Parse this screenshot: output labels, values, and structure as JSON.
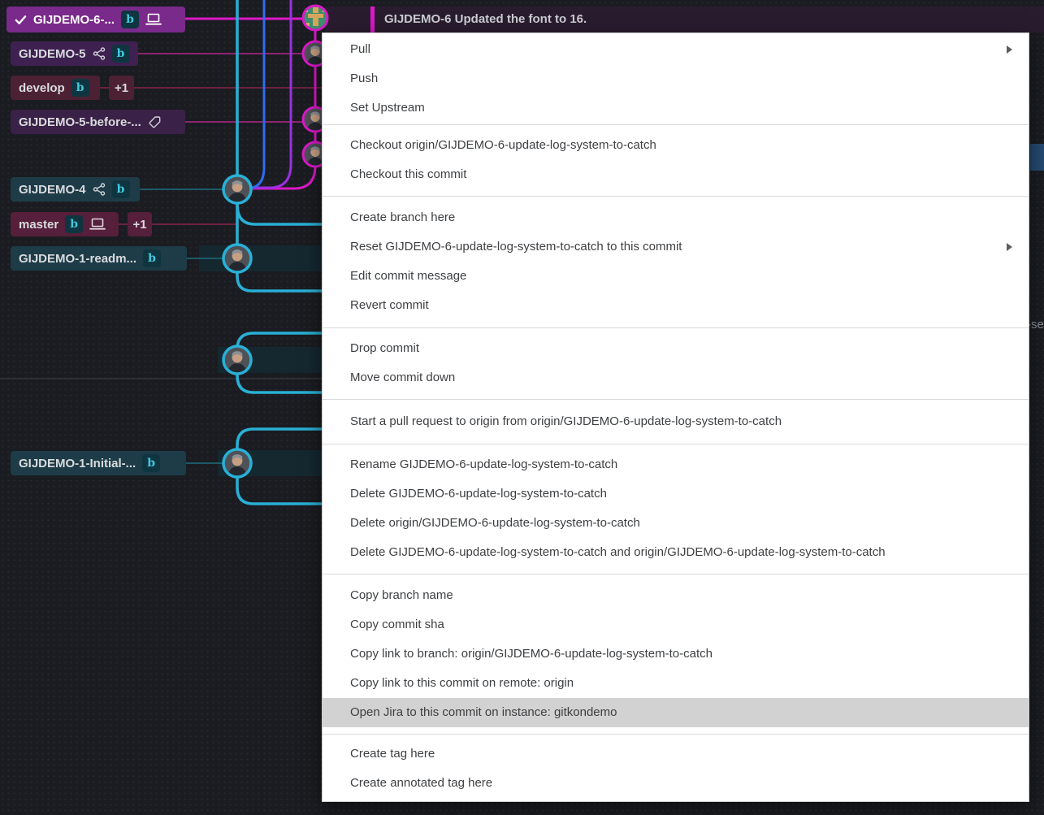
{
  "colors": {
    "background": "#1a1c21",
    "menu_background": "#ffffff",
    "menu_text": "#3d3f42",
    "menu_highlight": "#d2d2d2",
    "lane_cyan": "#29b0d6",
    "lane_blue": "#2f6bf0",
    "lane_violet": "#9a2fe0",
    "lane_magenta": "#dc18c8",
    "pill_checked_out": "#7a2a8a",
    "pill_purple": "#3e2150",
    "pill_wine_develop": "#4c2134",
    "pill_wine_master": "#561f3b",
    "pill_teal": "#1d3c48",
    "provider_badge_color": "#41c8e0",
    "selected_row_tint": "#2a1c2f",
    "hover_row_tint": "#152830"
  },
  "commit_row": {
    "message": "GIJDEMO-6 Updated the font to 16."
  },
  "branch_labels": {
    "gijdemo6": {
      "label": "GIJDEMO-6-...",
      "checked_out": true
    },
    "gijdemo5": {
      "label": "GIJDEMO-5"
    },
    "develop": {
      "label": "develop",
      "ahead": "+1"
    },
    "gijdemo5_before": {
      "label": "GIJDEMO-5-before-..."
    },
    "gijdemo4": {
      "label": "GIJDEMO-4"
    },
    "master": {
      "label": "master",
      "ahead": "+1"
    },
    "gijdemo1_readme": {
      "label": "GIJDEMO-1-readm..."
    },
    "gijdemo1_initial": {
      "label": "GIJDEMO-1-Initial-..."
    }
  },
  "provider_badge": {
    "letter": "b"
  },
  "right_edge": {
    "clipped_text": "-se"
  },
  "context_menu": {
    "sections": [
      {
        "items": [
          {
            "label": "Pull",
            "has_submenu": true
          },
          {
            "label": "Push"
          },
          {
            "label": "Set Upstream"
          }
        ]
      },
      {
        "items": [
          {
            "label": "Checkout origin/GIJDEMO-6-update-log-system-to-catch"
          },
          {
            "label": "Checkout this commit"
          }
        ]
      },
      {
        "items": [
          {
            "label": "Create branch here"
          },
          {
            "label": "Reset GIJDEMO-6-update-log-system-to-catch to this commit",
            "has_submenu": true
          },
          {
            "label": "Edit commit message"
          },
          {
            "label": "Revert commit"
          }
        ]
      },
      {
        "items": [
          {
            "label": "Drop commit"
          },
          {
            "label": "Move commit down"
          }
        ]
      },
      {
        "items": [
          {
            "label": "Start a pull request to origin from origin/GIJDEMO-6-update-log-system-to-catch"
          }
        ]
      },
      {
        "items": [
          {
            "label": "Rename GIJDEMO-6-update-log-system-to-catch"
          },
          {
            "label": "Delete GIJDEMO-6-update-log-system-to-catch"
          },
          {
            "label": "Delete origin/GIJDEMO-6-update-log-system-to-catch"
          },
          {
            "label": "Delete GIJDEMO-6-update-log-system-to-catch and origin/GIJDEMO-6-update-log-system-to-catch"
          }
        ]
      },
      {
        "items": [
          {
            "label": "Copy branch name"
          },
          {
            "label": "Copy commit sha"
          },
          {
            "label": "Copy link to branch: origin/GIJDEMO-6-update-log-system-to-catch"
          },
          {
            "label": "Copy link to this commit on remote: origin"
          },
          {
            "label": "Open Jira to this commit on instance: gitkondemo",
            "highlighted": true
          }
        ]
      },
      {
        "items": [
          {
            "label": "Create tag here"
          },
          {
            "label": "Create annotated tag here"
          }
        ]
      }
    ]
  }
}
